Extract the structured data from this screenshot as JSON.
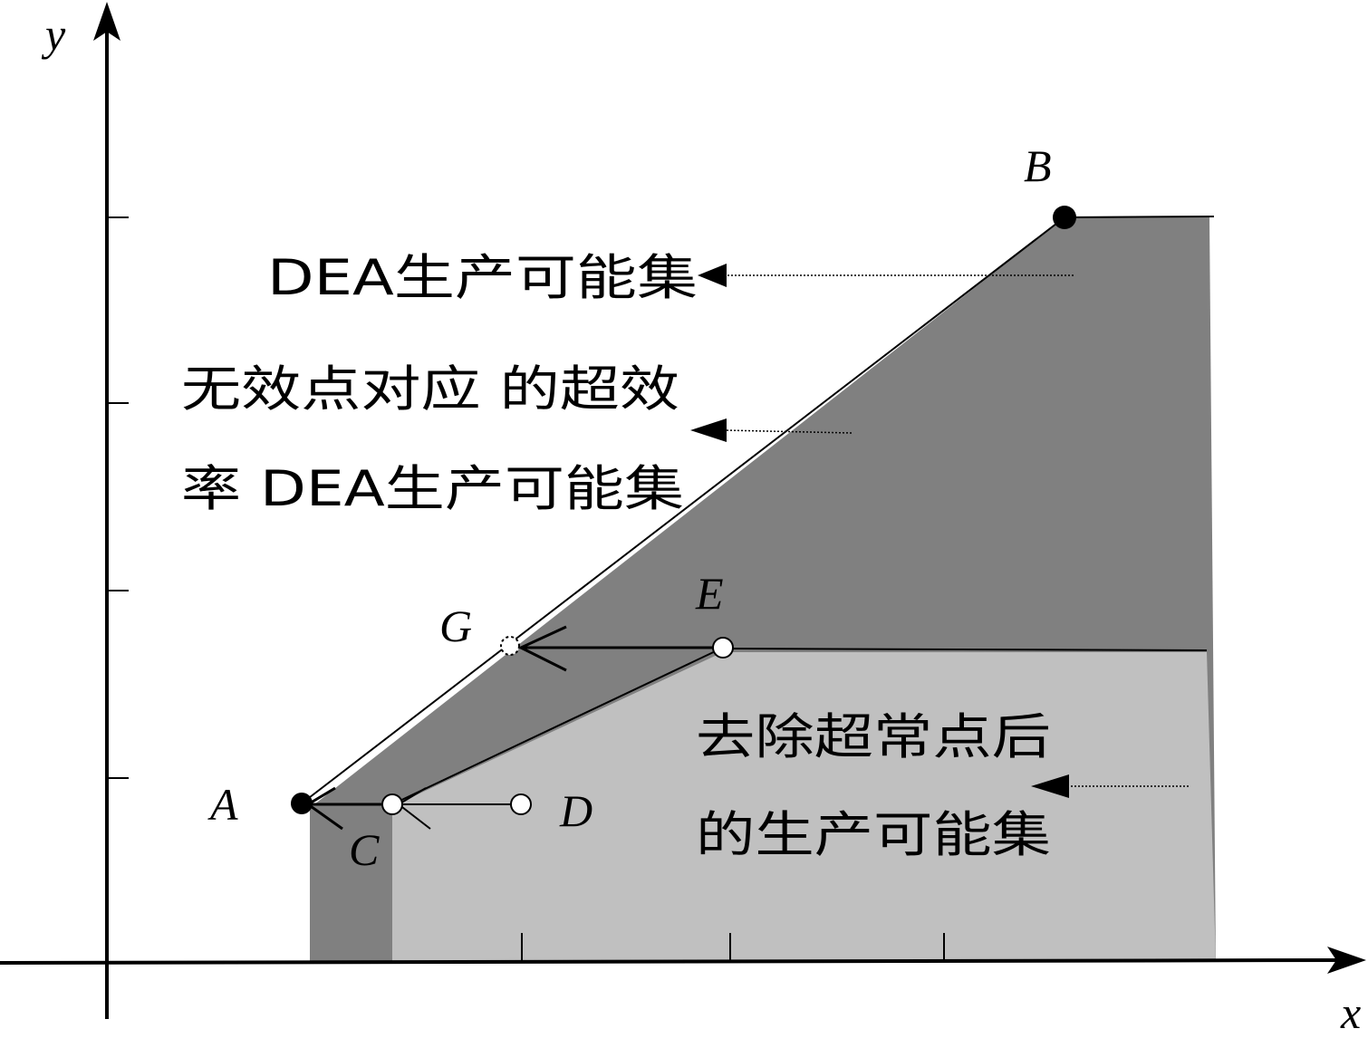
{
  "axes": {
    "x_label": "x",
    "y_label": "y"
  },
  "points": {
    "A": "A",
    "B": "B",
    "C": "C",
    "D": "D",
    "E": "E",
    "G": "G"
  },
  "annotations": {
    "dea_set": "DEA生产可能集",
    "super_eff_line1": "无效点对应 的超效",
    "super_eff_line2": "率 DEA生产可能集",
    "removed_line1": "去除超常点后",
    "removed_line2": "的生产可能集"
  },
  "colors": {
    "dark_region": "#808080",
    "light_region": "#c0c0c0"
  }
}
